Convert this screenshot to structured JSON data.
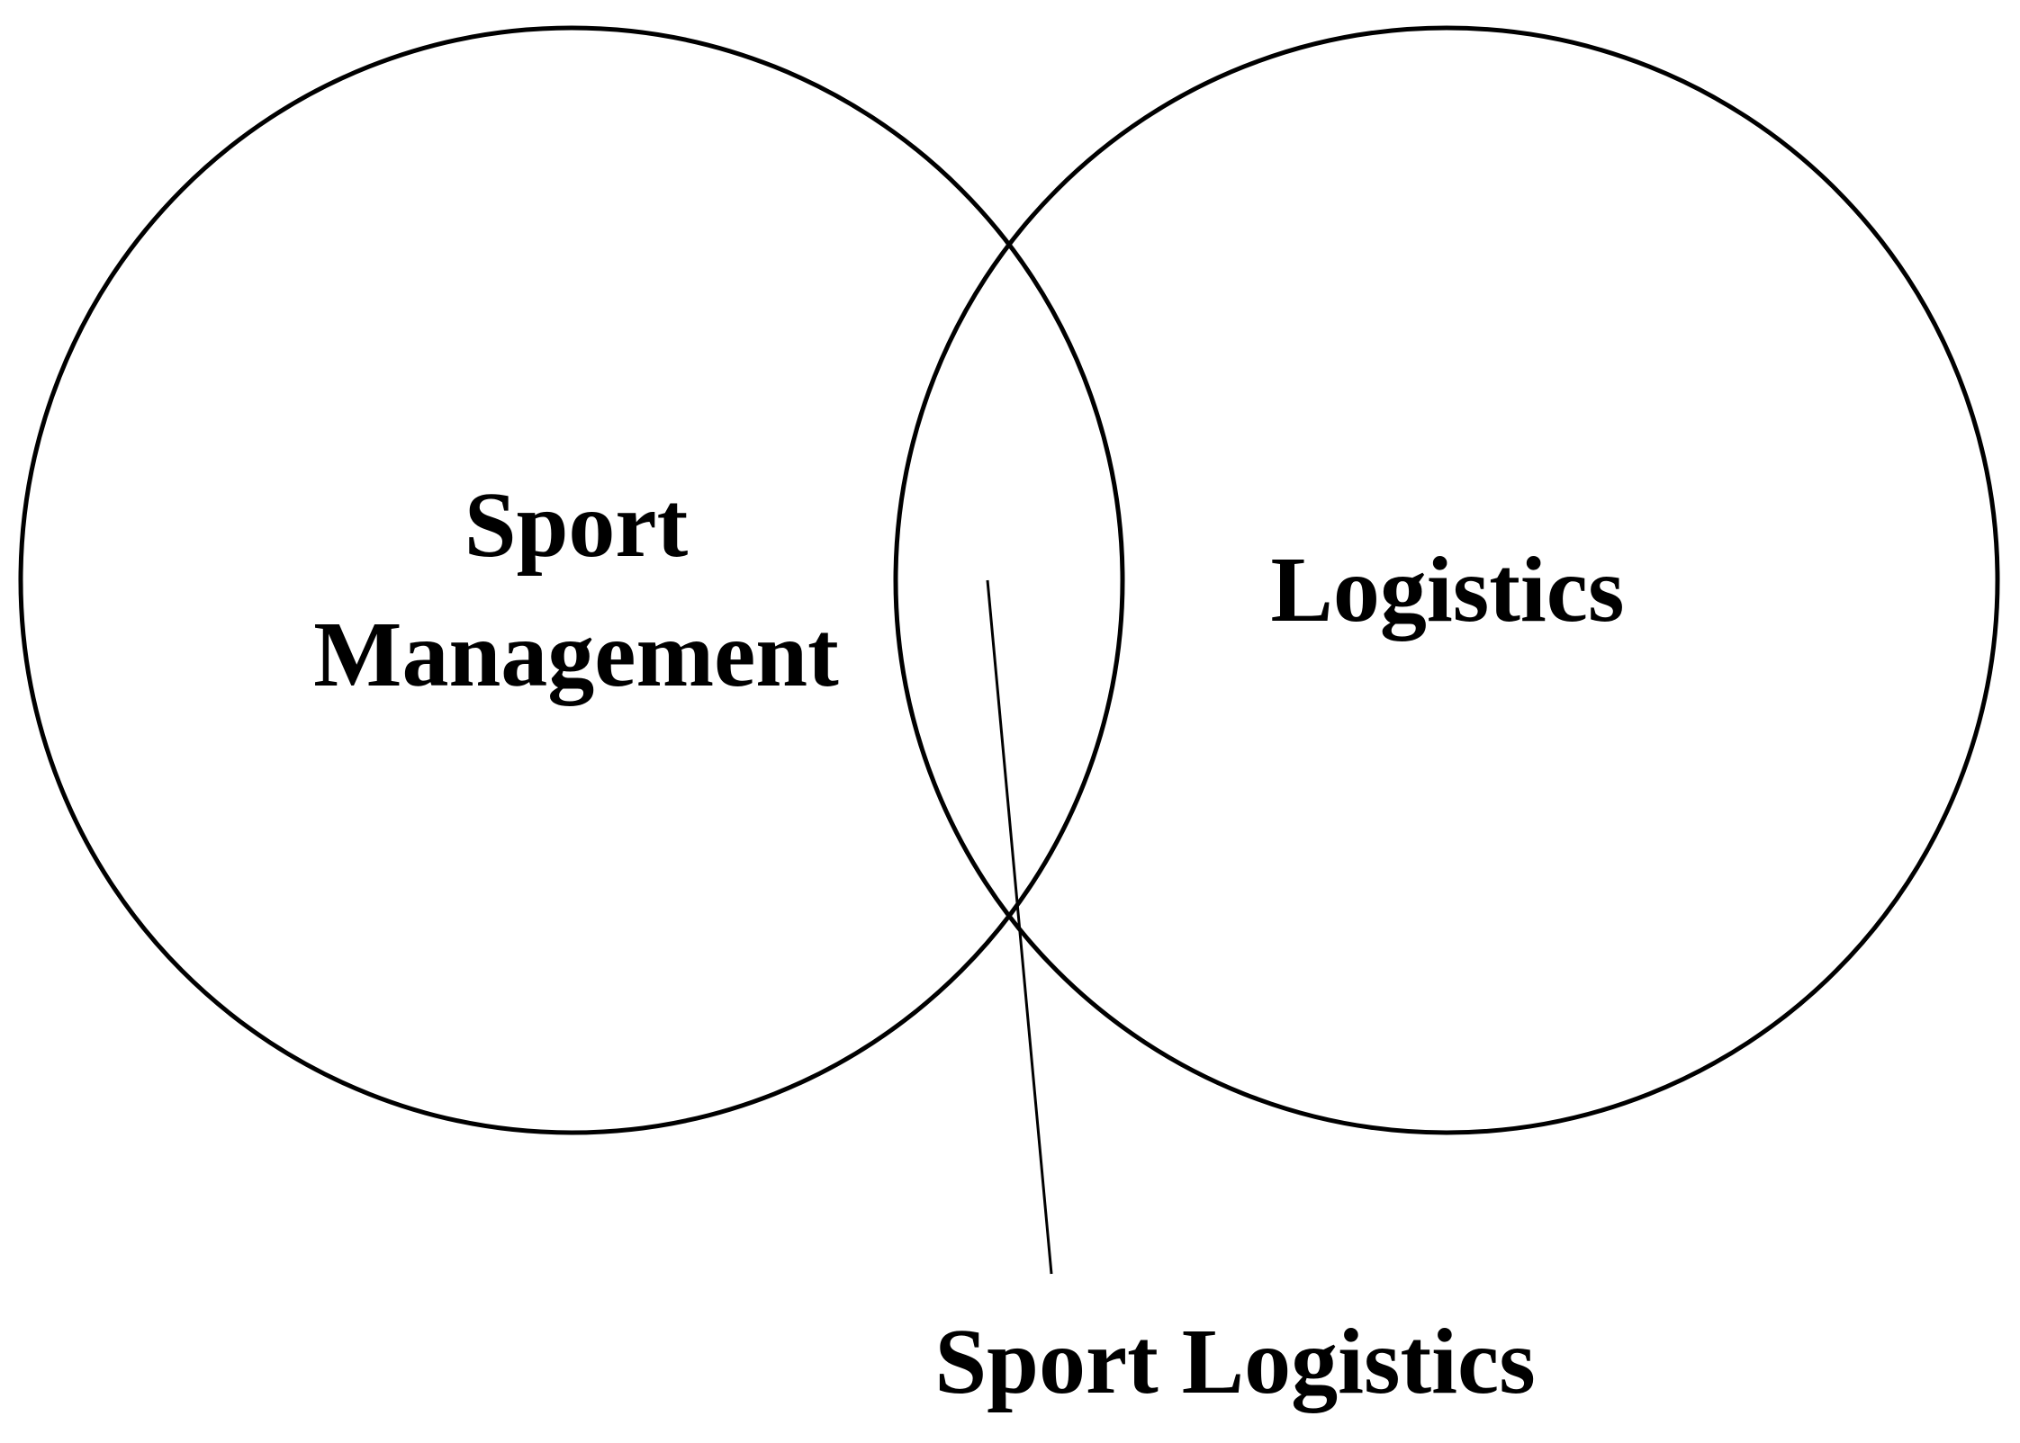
{
  "diagram": {
    "left_circle": {
      "label_lines": [
        "Sport",
        "Management"
      ]
    },
    "right_circle": {
      "label": "Logistics"
    },
    "intersection": {
      "label": "Sport Logistics"
    }
  },
  "colors": {
    "stroke": "#000000",
    "text": "#000000",
    "background": "#ffffff"
  }
}
